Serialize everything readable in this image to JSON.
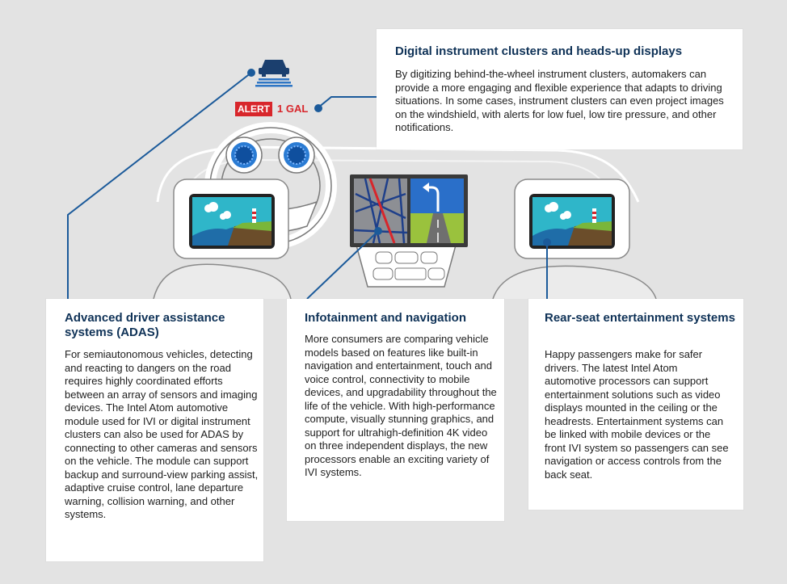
{
  "alert": {
    "label": "ALERT",
    "value": "1 GAL"
  },
  "sections": {
    "hud": {
      "title": "Digital instrument clusters and heads-up displays",
      "body": "By digitizing behind-the-wheel instrument clusters, automakers can provide a more engaging and flexible experience that adapts to driving situations. In some cases, instrument clusters can even project images on the windshield, with alerts for low fuel, low tire pressure, and other notifications."
    },
    "adas": {
      "title": "Advanced driver assistance systems (ADAS)",
      "body": "For semiautonomous vehicles, detecting and reacting to dangers on the road requires highly coordinated efforts between an array of sensors and imaging devices. The Intel Atom automotive module used for IVI or digital instrument clusters can also be used for ADAS by connecting to other cameras and sensors on the vehicle. The module can support backup and surround-view parking assist, adaptive cruise control, lane departure warning, collision warning, and other systems."
    },
    "ivi": {
      "title": "Infotainment and navigation",
      "body": "More consumers are comparing vehicle models based on features like built-in navigation and entertainment, touch and voice control, connectivity to mobile devices, and upgradability throughout the life of the vehicle. With high-performance compute, visually stunning graphics, and support for ultrahigh-definition 4K video on three independent displays, the new processors enable an exciting variety of IVI systems."
    },
    "rse": {
      "title": "Rear-seat entertainment systems",
      "body": "Happy passengers make for safer drivers. The latest Intel Atom automotive processors can support entertainment solutions such as video displays mounted in the ceiling or the headrests. Entertainment systems can be linked with mobile devices or the front IVI system so passengers can see navigation or access controls from the back seat."
    }
  },
  "colors": {
    "background": "#e3e3e3",
    "accent_blue": "#1b5a9a",
    "heading_navy": "#0f3257",
    "alert_red": "#d8262b",
    "outline_white": "#f7f7f7"
  },
  "icons": [
    "car-lane-icon",
    "gauge-icon",
    "navigation-map-icon",
    "turn-arrow-icon",
    "lighthouse-scene-icon"
  ]
}
